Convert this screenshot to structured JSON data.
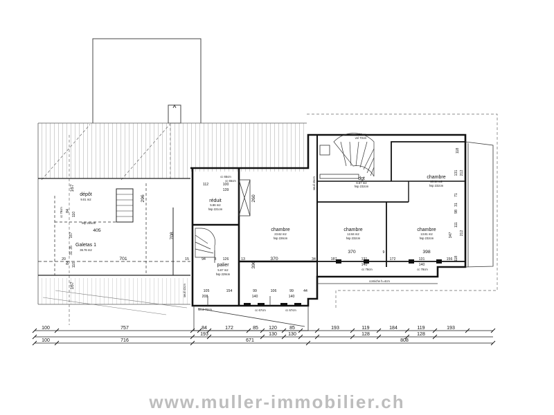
{
  "rooms": {
    "depot": {
      "name": "dépôt",
      "area": "9.01 m2"
    },
    "galetas": {
      "name": "Galetas 1",
      "area": "36.76 m2"
    },
    "reduit": {
      "name": "réduit",
      "area": "5.86 m2",
      "height": "hsp 221cm"
    },
    "palier": {
      "name": "palier",
      "area": "5.67 m2",
      "height": "hsp 229cm"
    },
    "chambre_center": {
      "name": "chambre",
      "area": "23.62 m2",
      "height": "hsp 226cm"
    },
    "dgt": {
      "name": "dgt",
      "area": "6.67 m2",
      "height": "hsp 232cm"
    },
    "chambre_top_right": {
      "name": "chambre",
      "area": "10.14 m2",
      "height": "hsp 232cm"
    },
    "chambre_mid": {
      "name": "chambre",
      "area": "12.84 m2",
      "height": "hsp 232cm"
    },
    "chambre_right": {
      "name": "chambre",
      "area": "13.81 m2",
      "height": "hsp 232cm"
    }
  },
  "small_notes": {
    "hsp_galetas": "hsp 255cm",
    "cc_65_a": "cc 65cm",
    "cc_65_b": "cc 65cm",
    "dim_9e": "9e 65cm",
    "cc_78_a": "cc 78cm",
    "cc_78_b": "cc 78cm",
    "cc_78_c": "cc 78cm",
    "cc_67_a": "cc 67cm",
    "cc_67_b": "cc 67cm",
    "corniche": "corniche h=4cm",
    "seuil_70": "seuil 70cm",
    "seuil_side": "seuil 42cm",
    "seuil_dgt": "seuil 46cm",
    "cc_dgt": "cc 63cm",
    "vel_dgt": "vel 70cm"
  },
  "interior_dims": {
    "d405": "405",
    "d701": "701",
    "d20": "20",
    "d167a": "167",
    "d84a": "84",
    "d110a": "110",
    "d167b": "167",
    "d84b": "84",
    "d110b": "110",
    "d157": "157",
    "d35": "35",
    "d31": "31",
    "d296": "296",
    "d708": "708",
    "d15": "15",
    "d94": "94",
    "d8": "8",
    "d126": "126",
    "d13": "13",
    "d112": "112",
    "d100": "100",
    "d139": "139",
    "d260": "260",
    "d396": "396",
    "d370a": "370",
    "d370b": "370",
    "d34": "34",
    "d187": "187",
    "d131a": "131",
    "d140a": "140",
    "d9": "9",
    "d172": "172",
    "d131b": "131",
    "d140b": "140",
    "d398": "398",
    "d156": "156",
    "d105": "105",
    "d154": "154",
    "d99a": "99",
    "d106": "106",
    "d99b": "99",
    "d44": "44",
    "d208": "208",
    "d140c": "140",
    "d140d": "140",
    "d118a": "118",
    "d131c": "131",
    "d212a": "212",
    "d71": "71",
    "d98": "98",
    "d111": "111",
    "d212b": "212",
    "d347": "347",
    "d118b": "118",
    "d31b": "31"
  },
  "bottom_dims": {
    "row1": [
      "100",
      "757",
      "84",
      "172",
      "85",
      "120",
      "85",
      "193",
      "119",
      "184",
      "119",
      "193"
    ],
    "row2": [
      "193",
      "130",
      "130",
      "128",
      "128"
    ],
    "row3": [
      "100",
      "716",
      "671",
      "808"
    ]
  },
  "watermark": "www.muller-immobilier.ch"
}
